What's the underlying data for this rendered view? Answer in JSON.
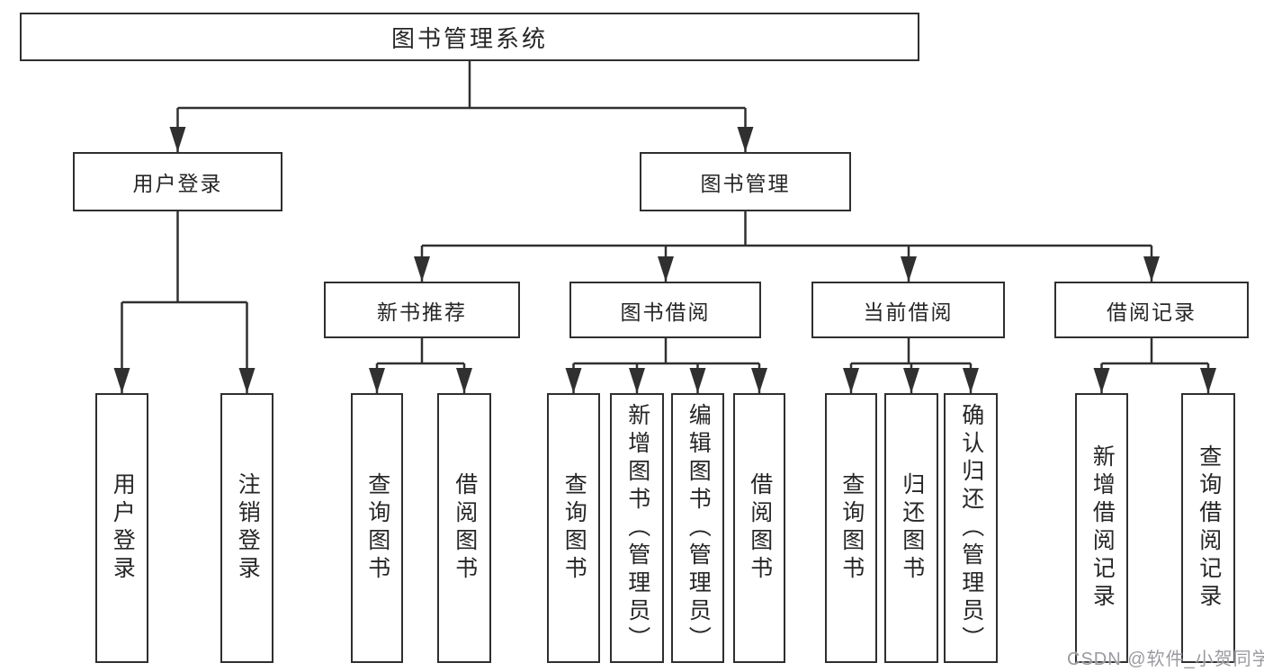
{
  "diagram": {
    "title": "图书管理系统",
    "branches": {
      "user": {
        "label": "用户登录",
        "children": {
          "login": "用户登录",
          "logout": "注销登录"
        }
      },
      "book": {
        "label": "图书管理",
        "groups": {
          "recommend": {
            "label": "新书推荐",
            "children": {
              "query": "查询图书",
              "borrow": "借阅图书"
            }
          },
          "borrowing": {
            "label": "图书借阅",
            "children": {
              "query": "查询图书",
              "add": "新增图书（管理员）",
              "edit": "编辑图书（管理员）",
              "borrow": "借阅图书"
            }
          },
          "current": {
            "label": "当前借阅",
            "children": {
              "query": "查询图书",
              "return": "归还图书",
              "confirm": "确认归还（管理员）"
            }
          },
          "records": {
            "label": "借阅记录",
            "children": {
              "add": "新增借阅记录",
              "query": "查询借阅记录"
            }
          }
        }
      }
    },
    "line_color": "#303030",
    "watermark": "CSDN @软件_小贺同学"
  }
}
